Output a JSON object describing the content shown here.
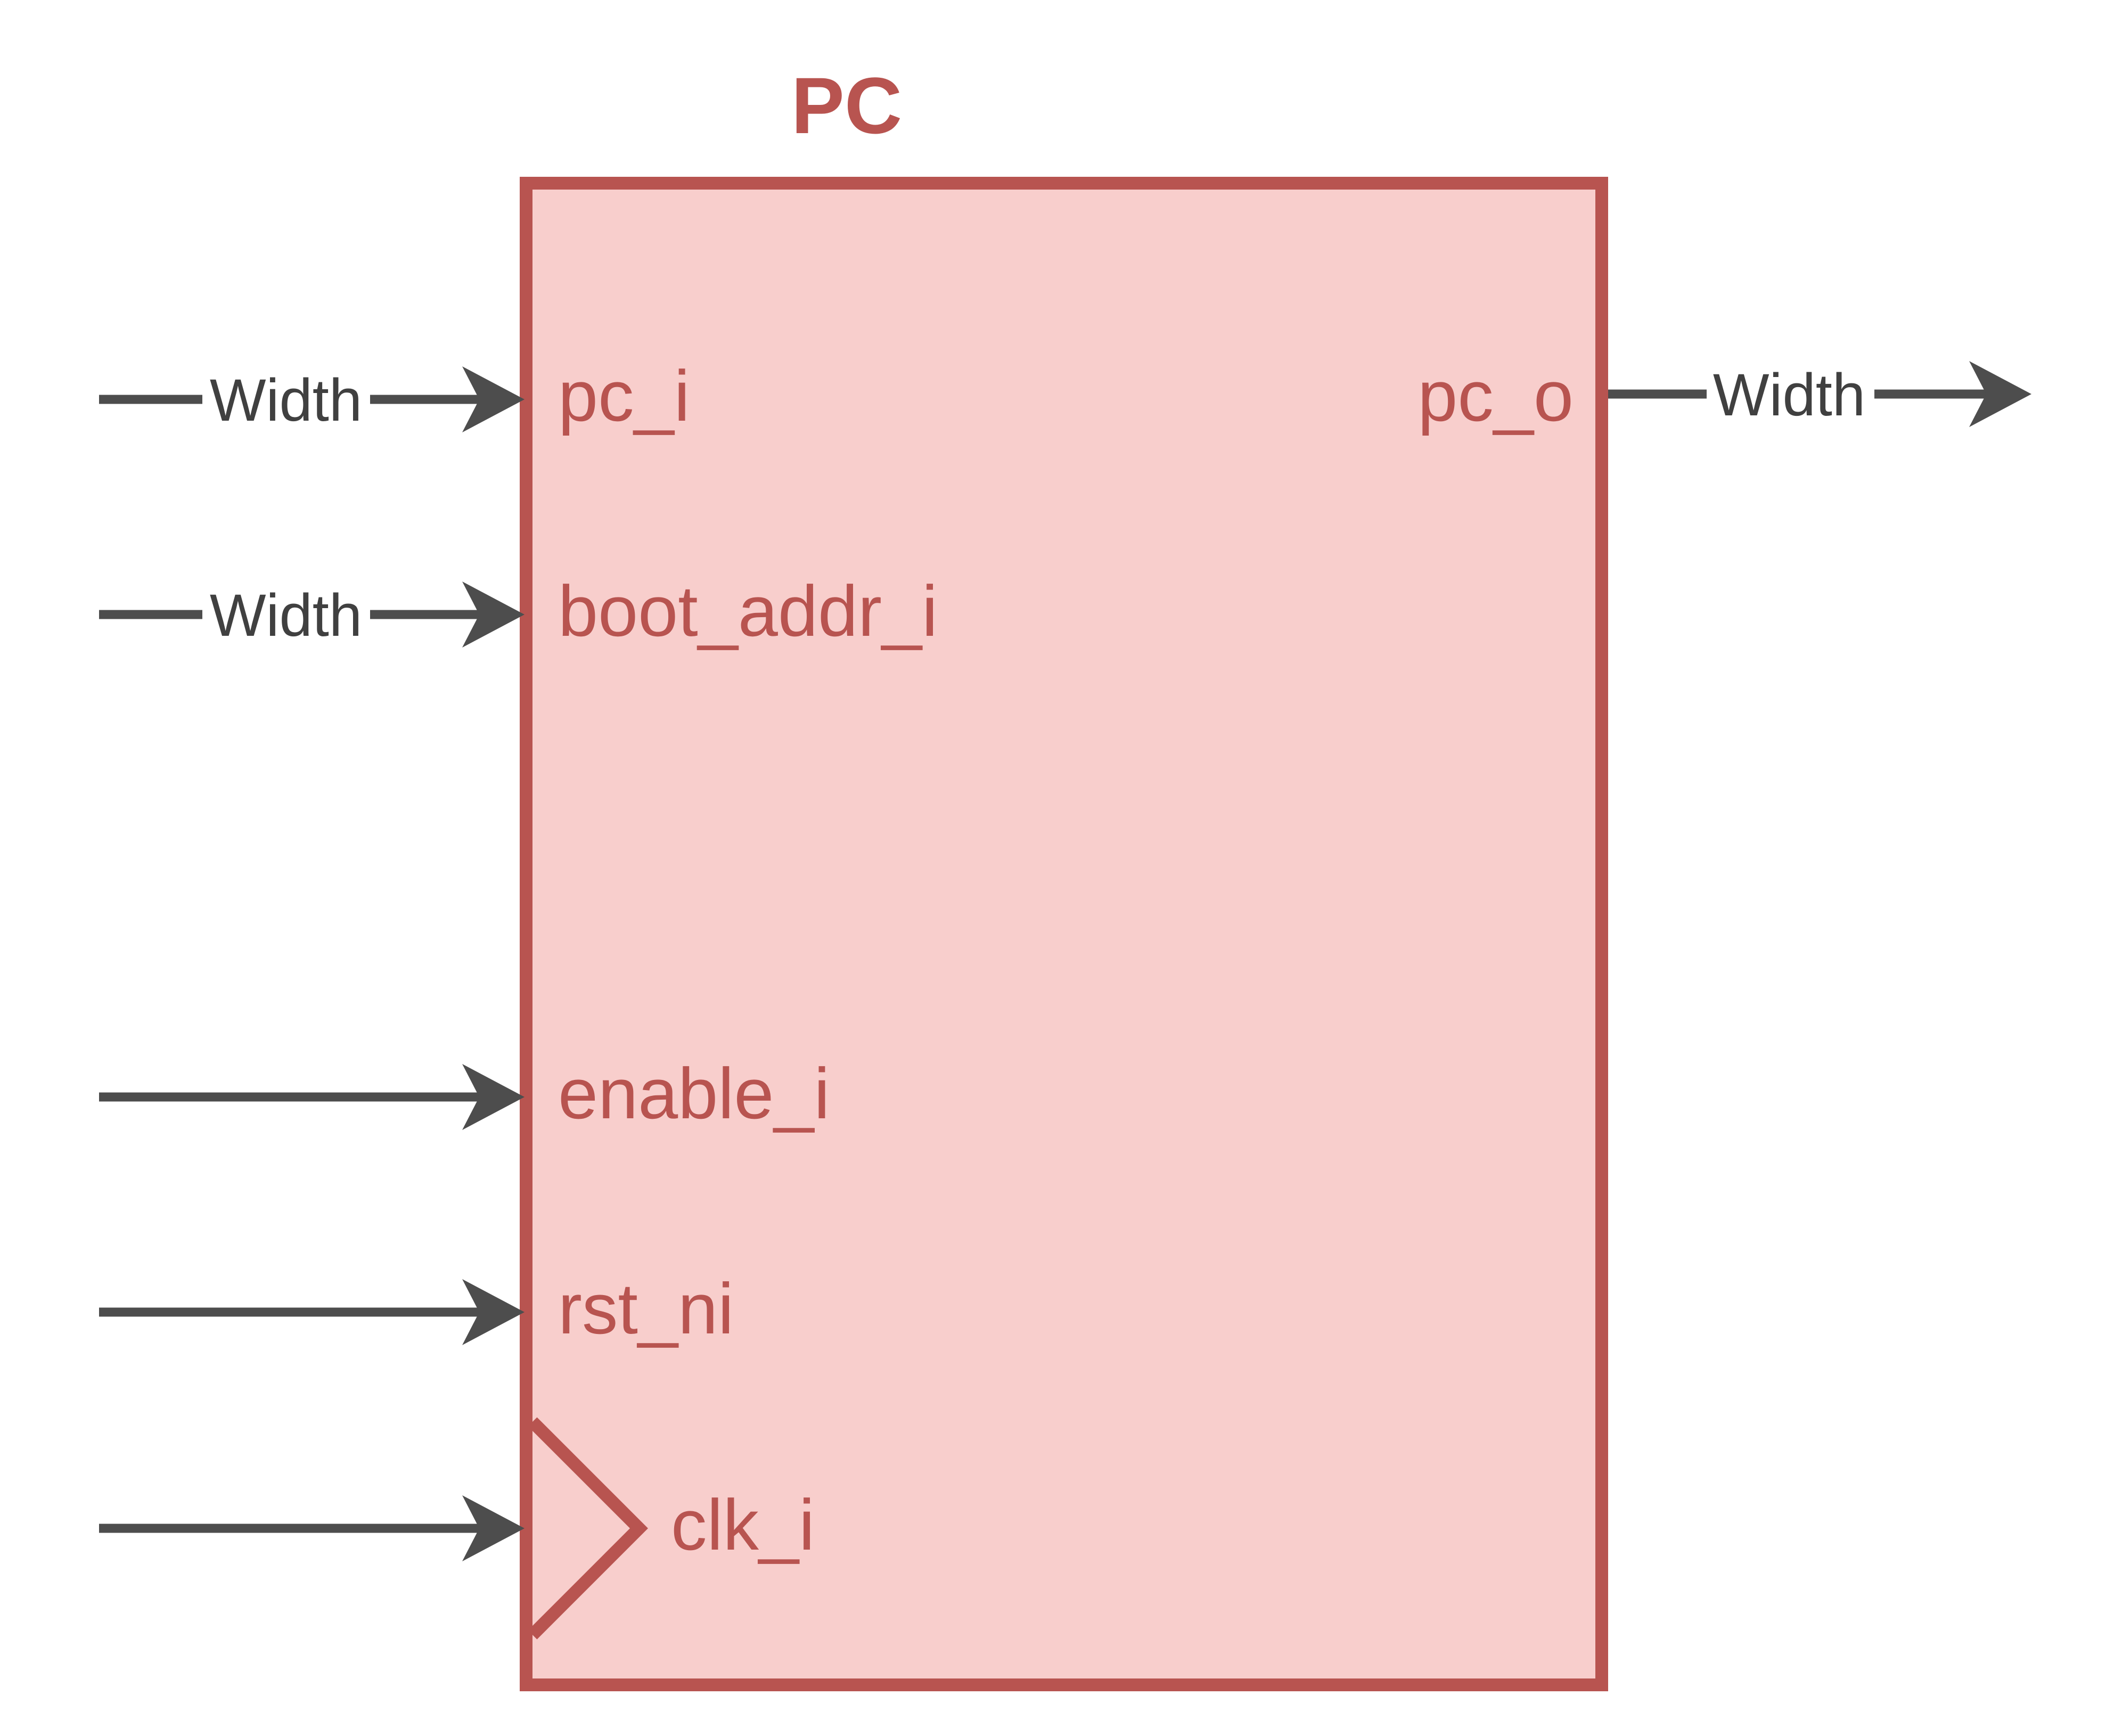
{
  "block": {
    "title": "PC",
    "colors": {
      "fill": "#f8cecc",
      "stroke": "#b85450",
      "wire": "#4d4d4d",
      "bus_label": "#404040"
    }
  },
  "ports": {
    "pc_i": {
      "label": "pc_i",
      "direction": "input",
      "bus_label": "Width"
    },
    "boot_addr_i": {
      "label": "boot_addr_i",
      "direction": "input",
      "bus_label": "Width"
    },
    "enable_i": {
      "label": "enable_i",
      "direction": "input"
    },
    "rst_ni": {
      "label": "rst_ni",
      "direction": "input"
    },
    "clk_i": {
      "label": "clk_i",
      "direction": "input",
      "clock": true
    },
    "pc_o": {
      "label": "pc_o",
      "direction": "output",
      "bus_label": "Width"
    }
  }
}
